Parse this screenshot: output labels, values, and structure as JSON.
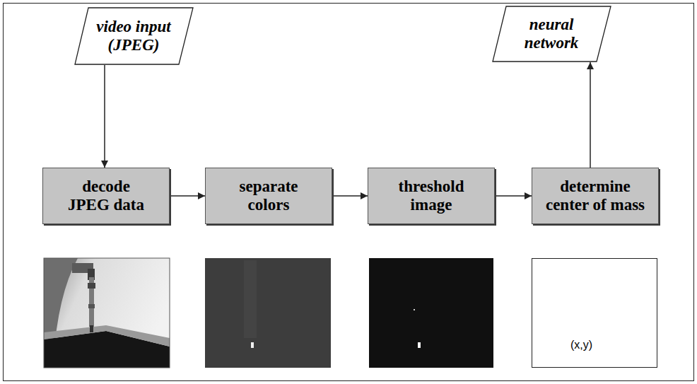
{
  "diagram": {
    "nodes": [
      {
        "text": [
          "video input (JPEG)"
        ]
      },
      {
        "text": [
          "neural network"
        ]
      },
      {
        "text": [
          "decode JPEG data"
        ]
      },
      {
        "text": [
          "separate colors"
        ]
      },
      {
        "text": [
          "threshold image"
        ]
      },
      {
        "text": [
          "determine center of mass"
        ]
      },
      {
        "text": [
          "(x,y)"
        ]
      }
    ],
    "edges": [
      {
        "from": 0,
        "to": 2,
        "arrow": "to"
      },
      {
        "from": 2,
        "to": 3,
        "arrow": "to"
      },
      {
        "from": 3,
        "to": 4,
        "arrow": "to"
      },
      {
        "from": 4,
        "to": 5,
        "arrow": "to"
      },
      {
        "from": 5,
        "to": 1,
        "arrow": "to"
      }
    ]
  }
}
